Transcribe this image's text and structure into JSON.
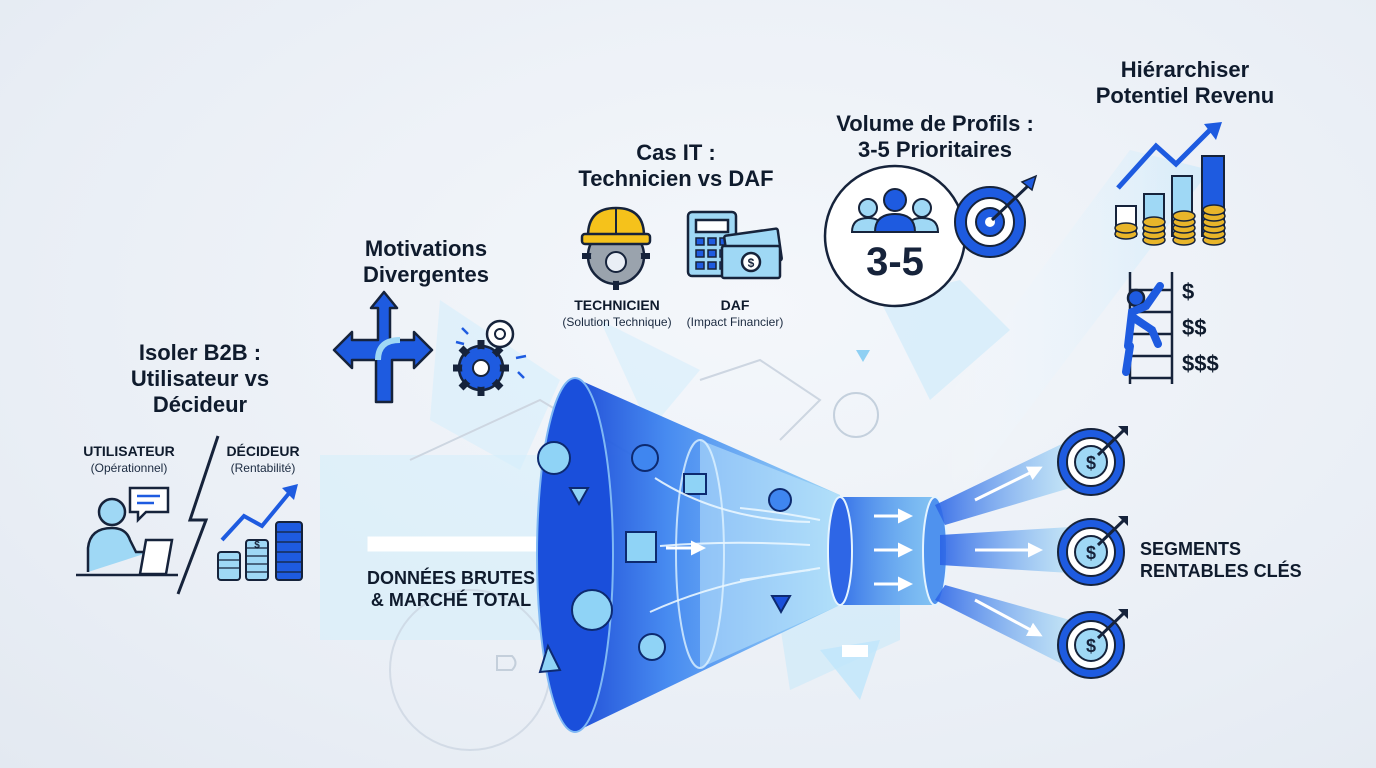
{
  "sections": {
    "isolate_b2b": {
      "title_lines": [
        "Isoler B2B :",
        "Utilisateur vs",
        "Décideur"
      ],
      "user": {
        "label": "UTILISATEUR",
        "sub": "(Opérationnel)"
      },
      "decider": {
        "label": "DÉCIDEUR",
        "sub": "(Rentabilité)"
      }
    },
    "motivations": {
      "title_lines": [
        "Motivations",
        "Divergentes"
      ]
    },
    "it_case": {
      "title_lines": [
        "Cas IT :",
        "Technicien vs DAF"
      ],
      "technician": {
        "label": "TECHNICIEN",
        "sub": "(Solution Technique)"
      },
      "cfo": {
        "label": "DAF",
        "sub": "(Impact Financier)"
      }
    },
    "profile_volume": {
      "title_lines": [
        "Volume de Profils :",
        "3-5 Prioritaires"
      ],
      "badge": "3-5"
    },
    "prioritize": {
      "title_lines": [
        "Hiérarchiser",
        "Potentiel Revenu"
      ],
      "ladder_levels": [
        "$",
        "$$",
        "$$$"
      ]
    },
    "funnel": {
      "input_lines": [
        "DONNÉES BRUTES",
        "& MARCHÉ TOTAL"
      ],
      "output_lines": [
        "SEGMENTS",
        "RENTABLES CLÉS"
      ],
      "target_count": 3
    }
  },
  "colors": {
    "primary_blue": "#1e5be0",
    "dark_navy": "#16233b",
    "light_blue": "#9fd8f5",
    "pale_blue": "#cfeefc",
    "gold": "#e8b52a",
    "helmet_yellow": "#f5c21b",
    "gear_gray": "#9aa3ad"
  },
  "icons": [
    "user-at-laptop-icon",
    "chat-bubble-icon",
    "coin-stacks-growth-icon",
    "diverging-arrows-icon",
    "gears-icon",
    "hard-hat-gear-icon",
    "calculator-cash-icon",
    "team-group-icon",
    "bullseye-target-icon",
    "revenue-growth-chart-icon",
    "ladder-climber-icon",
    "dollar-target-icon",
    "funnel-icon"
  ]
}
